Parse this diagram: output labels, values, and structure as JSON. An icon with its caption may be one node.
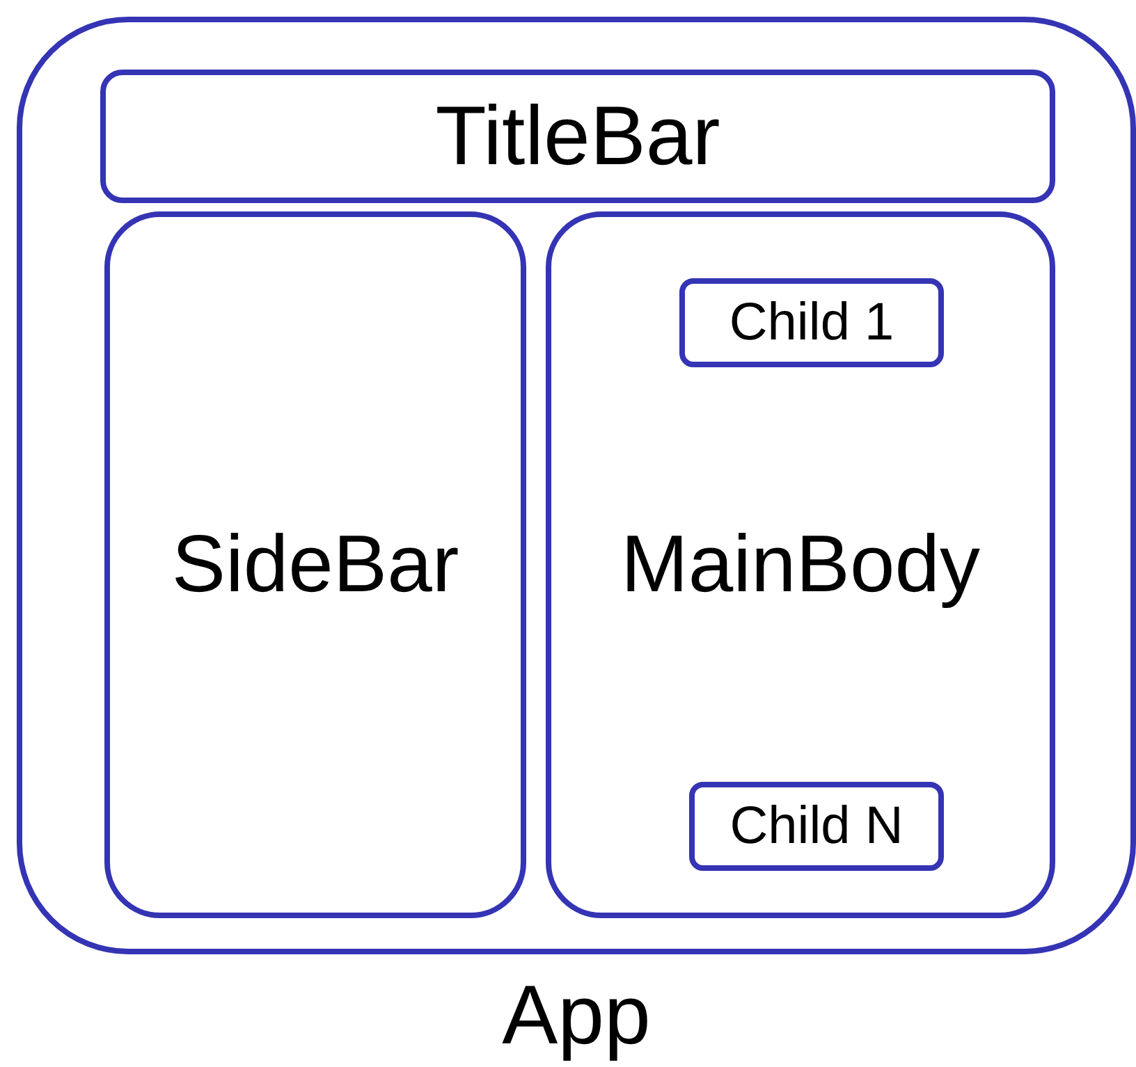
{
  "diagram": {
    "nodes": [
      {
        "text": [
          "App"
        ]
      },
      {
        "text": [
          "TitleBar"
        ],
        "in": 0
      },
      {
        "text": [
          "SideBar"
        ],
        "in": 0
      },
      {
        "text": [
          "MainBody"
        ],
        "in": 0
      },
      {
        "text": [
          "Child 1"
        ],
        "in": 3
      },
      {
        "text": [
          "Child N"
        ],
        "in": 3
      }
    ]
  }
}
